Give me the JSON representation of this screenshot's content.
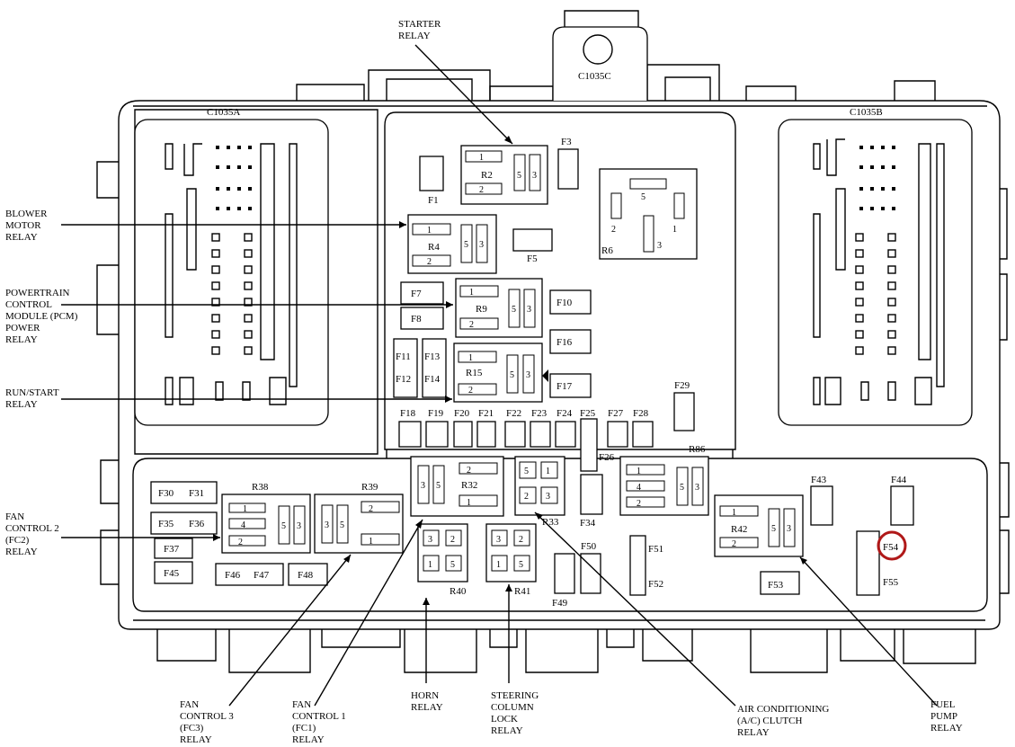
{
  "connectors": {
    "c1035a": "C1035A",
    "c1035b": "C1035B",
    "c1035c": "C1035C"
  },
  "fuses": {
    "f1": "F1",
    "f3": "F3",
    "f5": "F5",
    "f7": "F7",
    "f8": "F8",
    "f10": "F10",
    "f11": "F11",
    "f12": "F12",
    "f13": "F13",
    "f14": "F14",
    "f16": "F16",
    "f17": "F17",
    "f18": "F18",
    "f19": "F19",
    "f20": "F20",
    "f21": "F21",
    "f22": "F22",
    "f23": "F23",
    "f24": "F24",
    "f25": "F25",
    "f26": "F26",
    "f27": "F27",
    "f28": "F28",
    "f29": "F29",
    "f30": "F30",
    "f31": "F31",
    "f34": "F34",
    "f35": "F35",
    "f36": "F36",
    "f37": "F37",
    "f43": "F43",
    "f44": "F44",
    "f45": "F45",
    "f46": "F46",
    "f47": "F47",
    "f48": "F48",
    "f49": "F49",
    "f50": "F50",
    "f51": "F51",
    "f52": "F52",
    "f53": "F53",
    "f54": "F54",
    "f55": "F55"
  },
  "relays": {
    "r2": "R2",
    "r4": "R4",
    "r6": "R6",
    "r9": "R9",
    "r15": "R15",
    "r32": "R32",
    "r33": "R33",
    "r38": "R38",
    "r39": "R39",
    "r40": "R40",
    "r41": "R41",
    "r42": "R42",
    "r86": "R86"
  },
  "pins": {
    "p1": "1",
    "p2": "2",
    "p3": "3",
    "p4": "4",
    "p5": "5"
  },
  "callouts": {
    "starter": [
      "STARTER",
      "RELAY"
    ],
    "blower": [
      "BLOWER",
      "MOTOR",
      "RELAY"
    ],
    "pcm": [
      "POWERTRAIN",
      "CONTROL",
      "MODULE (PCM)",
      "POWER",
      "RELAY"
    ],
    "run_start": [
      "RUN/START",
      "RELAY"
    ],
    "fc2": [
      "FAN",
      "CONTROL 2",
      "(FC2)",
      "RELAY"
    ],
    "fc3": [
      "FAN",
      "CONTROL 3",
      "(FC3)",
      "RELAY"
    ],
    "fc1": [
      "FAN",
      "CONTROL 1",
      "(FC1)",
      "RELAY"
    ],
    "horn": [
      "HORN",
      "RELAY"
    ],
    "steering": [
      "STEERING",
      "COLUMN",
      "LOCK",
      "RELAY"
    ],
    "ac": [
      "AIR CONDITIONING",
      "(A/C) CLUTCH",
      "RELAY"
    ],
    "fuel": [
      "FUEL",
      "PUMP",
      "RELAY"
    ]
  },
  "highlight": {
    "fuse": "F54",
    "color": "#b01818"
  }
}
